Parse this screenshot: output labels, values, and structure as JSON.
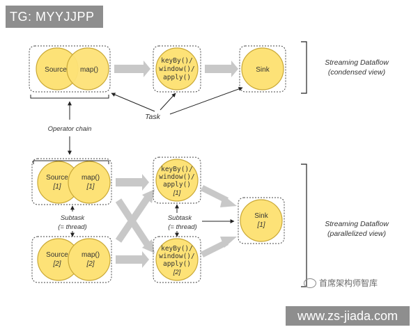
{
  "overlays": {
    "top_label": "TG: MYYJJPP",
    "bottom_label": "www.zs-jiada.com",
    "watermark": "首席架构师智库"
  },
  "condensed": {
    "source": "Source",
    "map": "map()",
    "keyby": [
      "keyBy()/",
      "window()/",
      "apply()"
    ],
    "sink": "Sink",
    "task_label": "Task",
    "operator_chain_label": "Operator chain",
    "view_title": [
      "Streaming Dataflow",
      "(condensed view)"
    ]
  },
  "parallel": {
    "source1": [
      "Source",
      "[1]"
    ],
    "map1": [
      "map()",
      "[1]"
    ],
    "source2": [
      "Source",
      "[2]"
    ],
    "map2": [
      "map()",
      "[2]"
    ],
    "keyby1": [
      "keyBy()/",
      "window()/",
      "apply()",
      "[1]"
    ],
    "keyby2": [
      "keyBy()/",
      "window()/",
      "apply()",
      "[2]"
    ],
    "sink1": [
      "Sink",
      "[1]"
    ],
    "subtask_left": [
      "Subtask",
      "(= thread)"
    ],
    "subtask_right": [
      "Subtask",
      "(= thread)"
    ],
    "view_title": [
      "Streaming Dataflow",
      "(parallelized view)"
    ]
  },
  "colors": {
    "circle_fill": "#fde277",
    "circle_stroke": "#c9a836",
    "arrow_gray": "#c8c8c8",
    "box_stroke": "#333333",
    "text": "#333333"
  }
}
